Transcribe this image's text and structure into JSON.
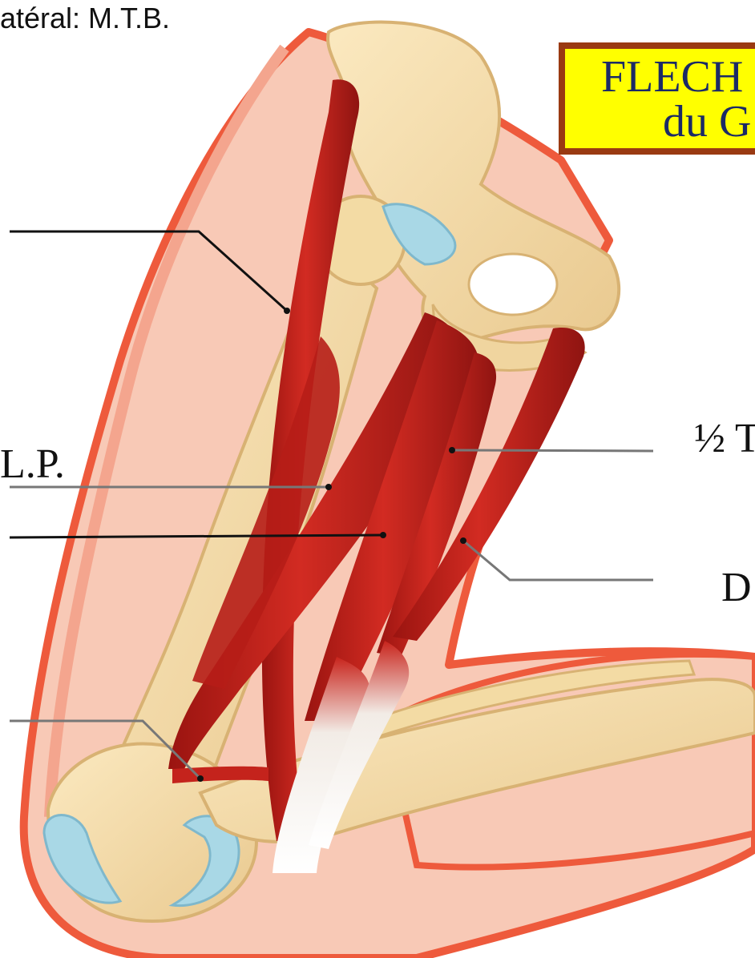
{
  "caption": "atéral: M.T.B.",
  "title": {
    "line1": "FLECH",
    "line2": "du G"
  },
  "labels": {
    "lp": "L.P.",
    "semi": "½ T",
    "d": "D"
  },
  "colors": {
    "title_bg": "#ffff00",
    "title_border": "#9a3a12",
    "title_text": "#1b2a66",
    "skin": "#f8c9b6",
    "skin_edge": "#ee5a3c",
    "bone": "#f5dfab",
    "bone_shade": "#e6c488",
    "cartilage": "#a9d8e6",
    "muscle": "#c4231c",
    "muscle_dark": "#991513",
    "tendon": "#ece6df"
  }
}
